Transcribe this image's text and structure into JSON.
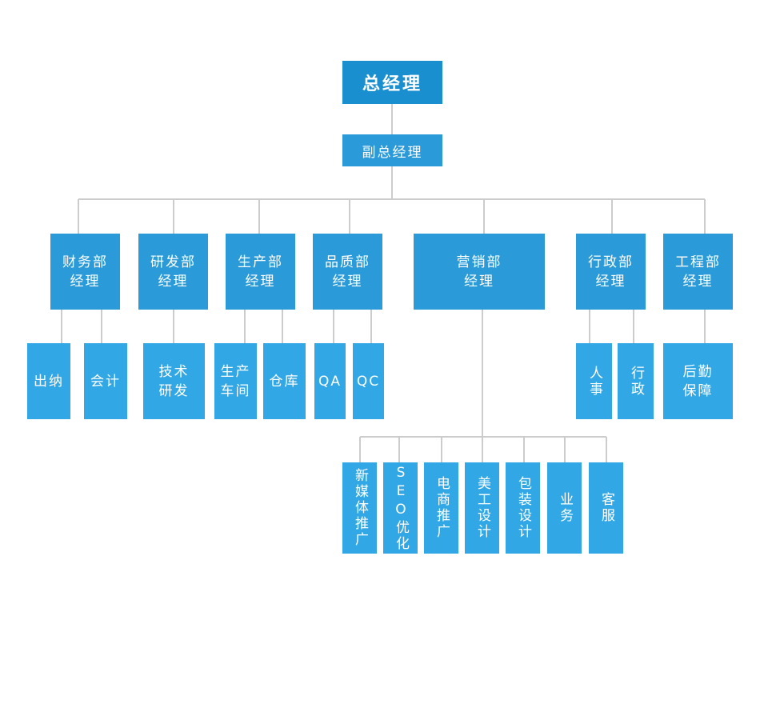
{
  "colors": {
    "top": "#1a8fd0",
    "department": "#2a9bd8",
    "leaf": "#31a8e5",
    "connector": "#cccccc"
  },
  "org": {
    "gm": "总经理",
    "deputy": "副总经理",
    "departments": {
      "finance": {
        "title": "财务部\n经理",
        "children": [
          "出纳",
          "会计"
        ]
      },
      "rnd": {
        "title": "研发部\n经理",
        "children": [
          "技术\n研发"
        ]
      },
      "production": {
        "title": "生产部\n经理",
        "children": [
          "生产\n车间",
          "仓库"
        ]
      },
      "quality": {
        "title": "品质部\n经理",
        "children": [
          "QA",
          "QC"
        ]
      },
      "marketing": {
        "title": "营销部\n经理",
        "children": [
          "新媒体推广",
          "SEO优化",
          "电商推广",
          "美工设计",
          "包装设计",
          "业务",
          "客服"
        ]
      },
      "admin": {
        "title": "行政部\n经理",
        "children": [
          "人事",
          "行政"
        ]
      },
      "engineering": {
        "title": "工程部\n经理",
        "children": [
          "后勤\n保障"
        ]
      }
    }
  }
}
